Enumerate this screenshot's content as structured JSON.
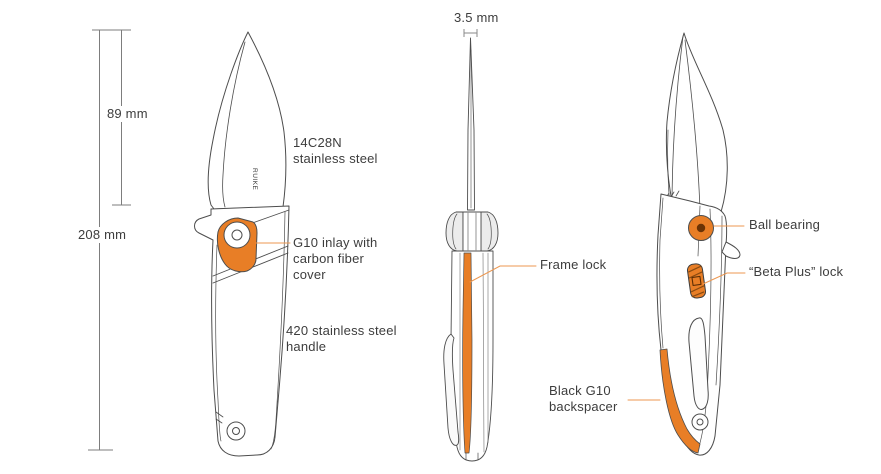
{
  "colors": {
    "accent": "#E87E26",
    "leader": "#EC9750",
    "outline": "#4d4d4d",
    "dimension_line": "#7d7d7d",
    "text": "#3d3d3d"
  },
  "side_view": {
    "brand": "RUIKE",
    "blade_length": "89 mm",
    "overall_length": "208 mm",
    "blade_steel": {
      "line1": "14C28N",
      "line2": "stainless steel"
    },
    "inlay": {
      "line1": "G10 inlay with",
      "line2": "carbon fiber",
      "line3": "cover"
    },
    "handle_material": {
      "line1": "420 stainless steel",
      "line2": "handle"
    }
  },
  "edge_view": {
    "thickness": "3.5 mm",
    "frame_lock": "Frame lock"
  },
  "back_view": {
    "ball_bearing": "Ball bearing",
    "beta_plus_lock": "“Beta Plus” lock",
    "backspacer": {
      "line1": "Black G10",
      "line2": "backspacer"
    }
  }
}
